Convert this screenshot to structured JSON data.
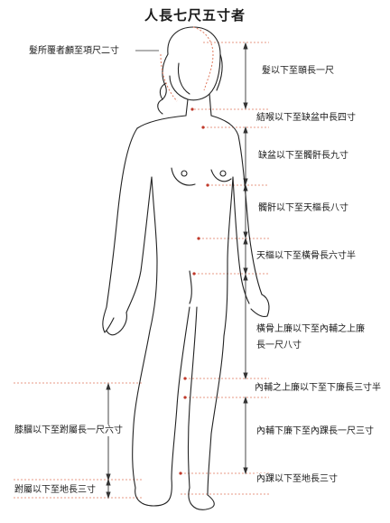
{
  "title": "人長七尺五寸者",
  "labels": {
    "hair_front": "髮所覆者顱至項尺二寸",
    "hair_to_chin": "髮以下至頤長一尺",
    "throat_to_clavicle": "結喉以下至缺盆中長四寸",
    "clavicle_to_xiphoid": "缺盆以下至髑骭長九寸",
    "xiphoid_to_navel": "髑骭以下至天樞長八寸",
    "navel_to_pubis": "天樞以下至橫骨長六寸半",
    "pubis_to_knee_line1": "橫骨上廉以下至內輔之上廉",
    "pubis_to_knee_line2": "長一尺八寸",
    "knee_upper_lower": "內輔之上廉以下至下廉長三寸半",
    "knee_to_malleolus": "內輔下廉下至內踝長一尺三寸",
    "malleolus_to_ground": "內踝以下至地長三寸",
    "knee_to_ankle": "膝膕以下至跗屬長一尺六寸",
    "ankle_to_ground": "跗屬以下至地長三寸"
  },
  "colors": {
    "guide": "#e07a5f",
    "marker": "#c0392b",
    "figure": "#222222",
    "arrow": "#333333"
  }
}
